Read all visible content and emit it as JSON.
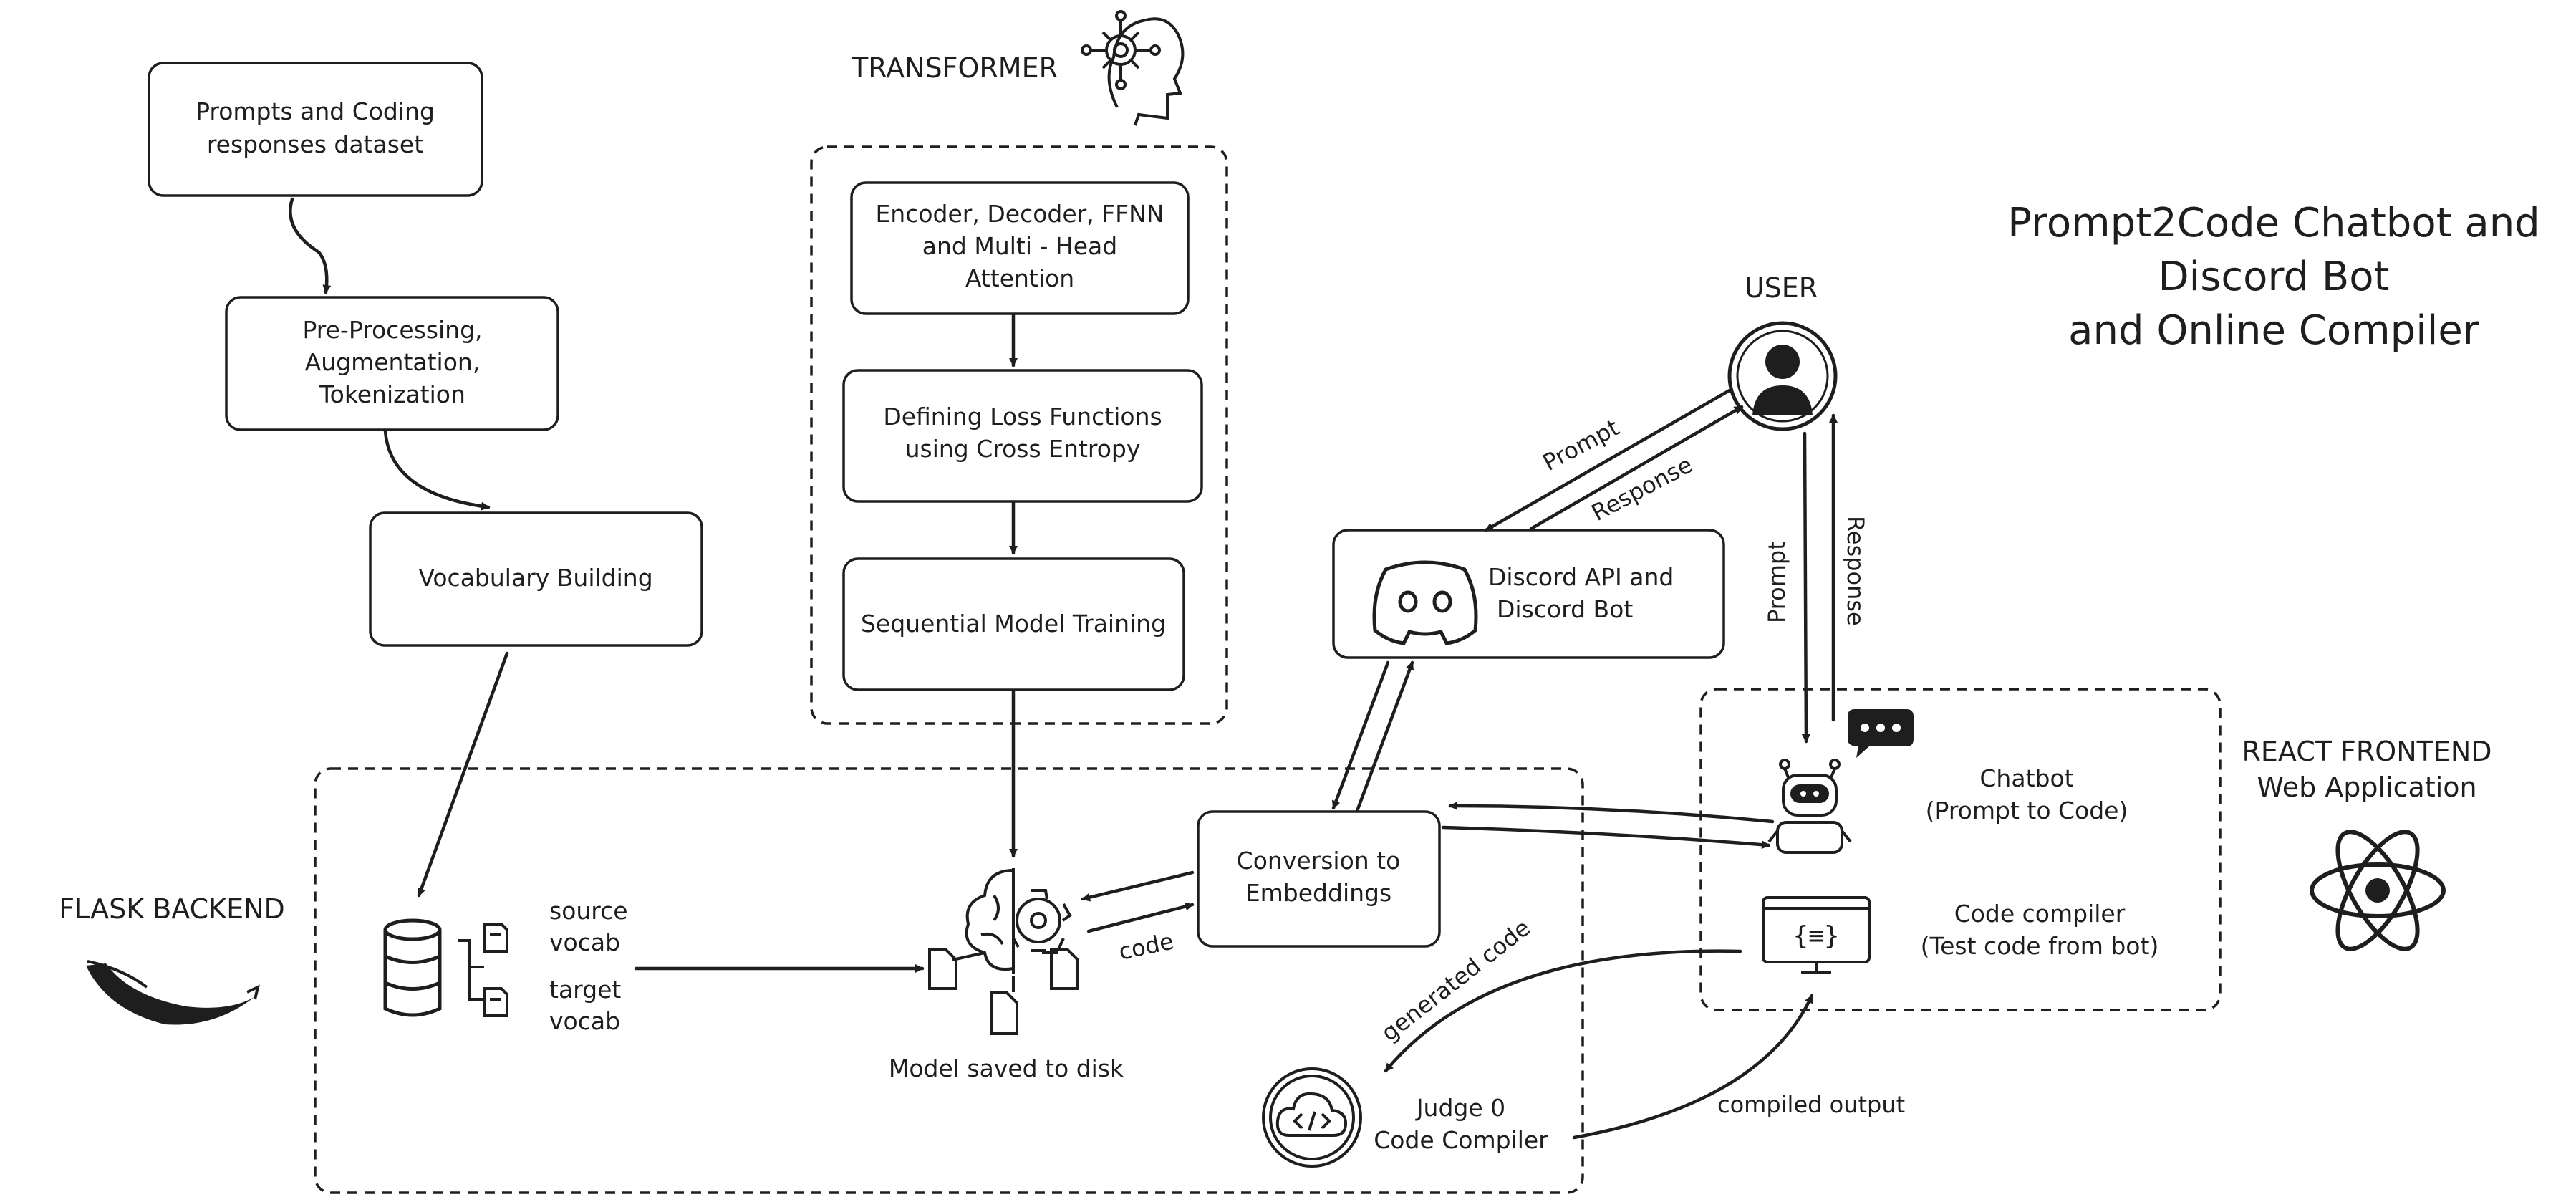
{
  "title": {
    "line1": "Prompt2Code Chatbot and",
    "line2": "Discord Bot",
    "line3": "and Online Compiler"
  },
  "sections": {
    "transformer": "TRANSFORMER",
    "flask": "FLASK BACKEND",
    "react_line1": "REACT FRONTEND",
    "react_line2": "Web Application"
  },
  "nodes": {
    "dataset": [
      "Prompts and Coding",
      "responses dataset"
    ],
    "preprocess": [
      "Pre-Processing,",
      "Augmentation,",
      "Tokenization"
    ],
    "vocab_building": "Vocabulary Building",
    "encoder": [
      "Encoder, Decoder, FFNN",
      "and Multi - Head",
      "Attention"
    ],
    "loss": [
      "Defining  Loss Functions",
      "using Cross Entropy"
    ],
    "training": "Sequential Model Training",
    "user": "USER",
    "discord": [
      "Discord API and",
      "Discord Bot"
    ],
    "embeddings": [
      "Conversion to",
      "Embeddings"
    ],
    "source_vocab": [
      "source",
      "vocab"
    ],
    "target_vocab": [
      "target",
      "vocab"
    ],
    "model_saved": "Model saved to disk",
    "chatbot": [
      "Chatbot",
      "(Prompt to Code)"
    ],
    "compiler": [
      "Code compiler",
      "(Test code from bot)"
    ],
    "judge": [
      "Judge 0",
      "Code Compiler"
    ]
  },
  "edges": {
    "prompt_to_discord": "Prompt",
    "response_from_discord": "Response",
    "prompt_to_chatbot": "Prompt",
    "response_from_chatbot": "Response",
    "code": "code",
    "generated_code": "generated code",
    "compiled_output": "compiled output"
  },
  "icons": [
    "transformer-brain-icon",
    "user-icon",
    "discord-icon",
    "chatbot-robot-icon",
    "chat-bubble-icon",
    "code-window-icon",
    "database-icon",
    "file-tree-icon",
    "brain-gear-icon",
    "file-icon",
    "cloud-code-icon",
    "flask-horn-icon",
    "react-atom-icon"
  ],
  "colors": {
    "ink": "#1e1e1e",
    "background": "#ffffff"
  }
}
